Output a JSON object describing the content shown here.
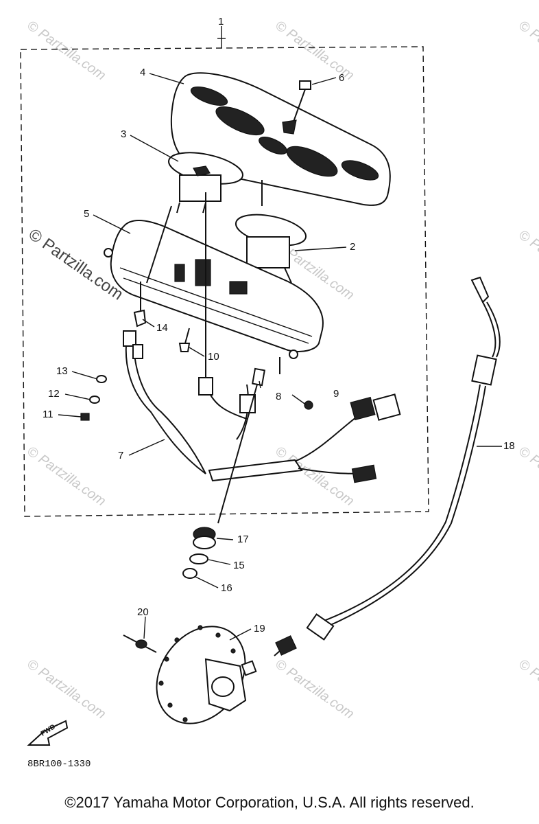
{
  "watermark": {
    "small": "© Partzilla.com",
    "large": "© Partzilla.com"
  },
  "diagram": {
    "part_numbers": [
      "1",
      "2",
      "3",
      "4",
      "5",
      "6",
      "7",
      "8",
      "9",
      "10",
      "11",
      "12",
      "13",
      "14",
      "15",
      "16",
      "17",
      "18",
      "19",
      "20"
    ],
    "labels": {
      "p1": "1",
      "p2": "2",
      "p3": "3",
      "p4": "4",
      "p5": "5",
      "p6": "6",
      "p7": "7",
      "p8": "8",
      "p9": "9",
      "p10": "10",
      "p11": "11",
      "p12": "12",
      "p13": "13",
      "p14": "14",
      "p15": "15",
      "p16": "16",
      "p17": "17",
      "p18": "18",
      "p19": "19",
      "p20": "20"
    },
    "fwd_label": "FWD",
    "drawing_code": "8BR100-1330"
  },
  "footer": {
    "copyright": "©2017 Yamaha Motor Corporation, U.S.A. All rights reserved."
  }
}
